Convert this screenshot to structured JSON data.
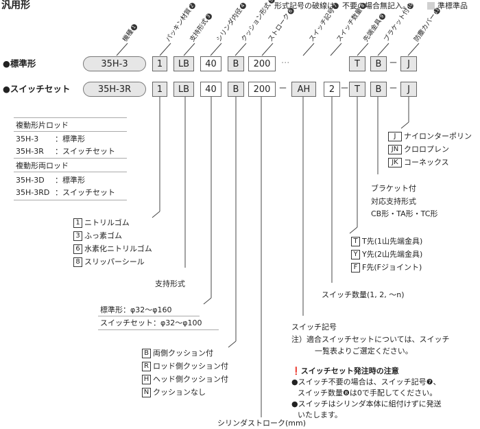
{
  "header": {
    "title": "汎用形",
    "note": "形式記号の破線は、不要の場合無記入。",
    "legend_label": "準標準品"
  },
  "fields": [
    {
      "label": "機種",
      "num": "1"
    },
    {
      "label": "パッキン材質",
      "num": "2"
    },
    {
      "label": "支持形式",
      "num": "3"
    },
    {
      "label": "シリンダ内径",
      "num": "4"
    },
    {
      "label": "クッション形式",
      "num": "5"
    },
    {
      "label": "ストローク",
      "num": "6"
    },
    {
      "label": "スイッチ記号",
      "num": "7"
    },
    {
      "label": "スイッチ数量",
      "num": "8"
    },
    {
      "label": "先端金具",
      "num": "9"
    },
    {
      "label": "ブラケット付",
      "num": "10"
    },
    {
      "label": "防塵カバー",
      "num": "11"
    }
  ],
  "rows": {
    "standard": {
      "label": "●標準形",
      "model": "35H-3",
      "packing": "1",
      "support": "LB",
      "bore": "40",
      "cushion": "B",
      "stroke": "200",
      "rod_end": "T",
      "bracket": "B",
      "cover": "J",
      "dash": "－",
      "dotted": "···"
    },
    "switch": {
      "label": "●スイッチセット",
      "model": "35H-3R",
      "packing": "1",
      "support": "LB",
      "bore": "40",
      "cushion": "B",
      "stroke": "200",
      "switch_code": "AH",
      "switch_qty": "2",
      "rod_end": "T",
      "bracket": "B",
      "cover": "J",
      "dash": "－"
    }
  },
  "model_list": {
    "group1_title": "複動形片ロッド",
    "group1": [
      {
        "code": "35H-3",
        "desc": "：標準形"
      },
      {
        "code": "35H-3R",
        "desc": "：スイッチセット"
      }
    ],
    "group2_title": "複動形両ロッド",
    "group2": [
      {
        "code": "35H-3D",
        "desc": "：標準形"
      },
      {
        "code": "35H-3RD",
        "desc": "：スイッチセット"
      }
    ]
  },
  "packing_options": [
    {
      "code": "1",
      "desc": "ニトリルゴム"
    },
    {
      "code": "3",
      "desc": "ふっ素ゴム"
    },
    {
      "code": "6",
      "desc": "水素化ニトリルゴム"
    },
    {
      "code": "8",
      "desc": "スリッパーシール"
    }
  ],
  "support": {
    "title": "支持形式",
    "line1": "標準形：φ32～φ160",
    "line2": "スイッチセット：φ32～φ100"
  },
  "cushion_options": [
    {
      "code": "B",
      "desc": "両側クッション付"
    },
    {
      "code": "R",
      "desc": "ロッド側クッション付"
    },
    {
      "code": "H",
      "desc": "ヘッド側クッション付"
    },
    {
      "code": "N",
      "desc": "クッションなし"
    }
  ],
  "stroke_label": "シリンダストローク(mm)",
  "switch_code": {
    "title": "スイッチ記号",
    "note1": "注）適合スイッチセットについては、スイッチ",
    "note2": "一覧表よりご選定ください。"
  },
  "switch_warning": {
    "title": "スイッチセット発注時の注意",
    "items": [
      "●スイッチ不要の場合は、スイッチ記号❼、",
      "スイッチ数量❽は0で手配してください。",
      "●スイッチはシリンダ本体に組付けずに発送",
      "いたします。"
    ]
  },
  "switch_qty_label": "スイッチ数量(1, 2, ～n)",
  "rod_end_options": [
    {
      "code": "T",
      "desc": "T先(1山先端金具)"
    },
    {
      "code": "Y",
      "desc": "Y先(2山先端金具)"
    },
    {
      "code": "F",
      "desc": "F先(Fジョイント)"
    }
  ],
  "bracket": {
    "title": "ブラケット付",
    "line1": "対応支持形式",
    "line2": "CB形・TA形・TC形"
  },
  "cover_options": [
    {
      "code": "J",
      "desc": "ナイロンターポリン"
    },
    {
      "code": "JN",
      "desc": "クロロプレン"
    },
    {
      "code": "JK",
      "desc": "コーネックス"
    }
  ]
}
